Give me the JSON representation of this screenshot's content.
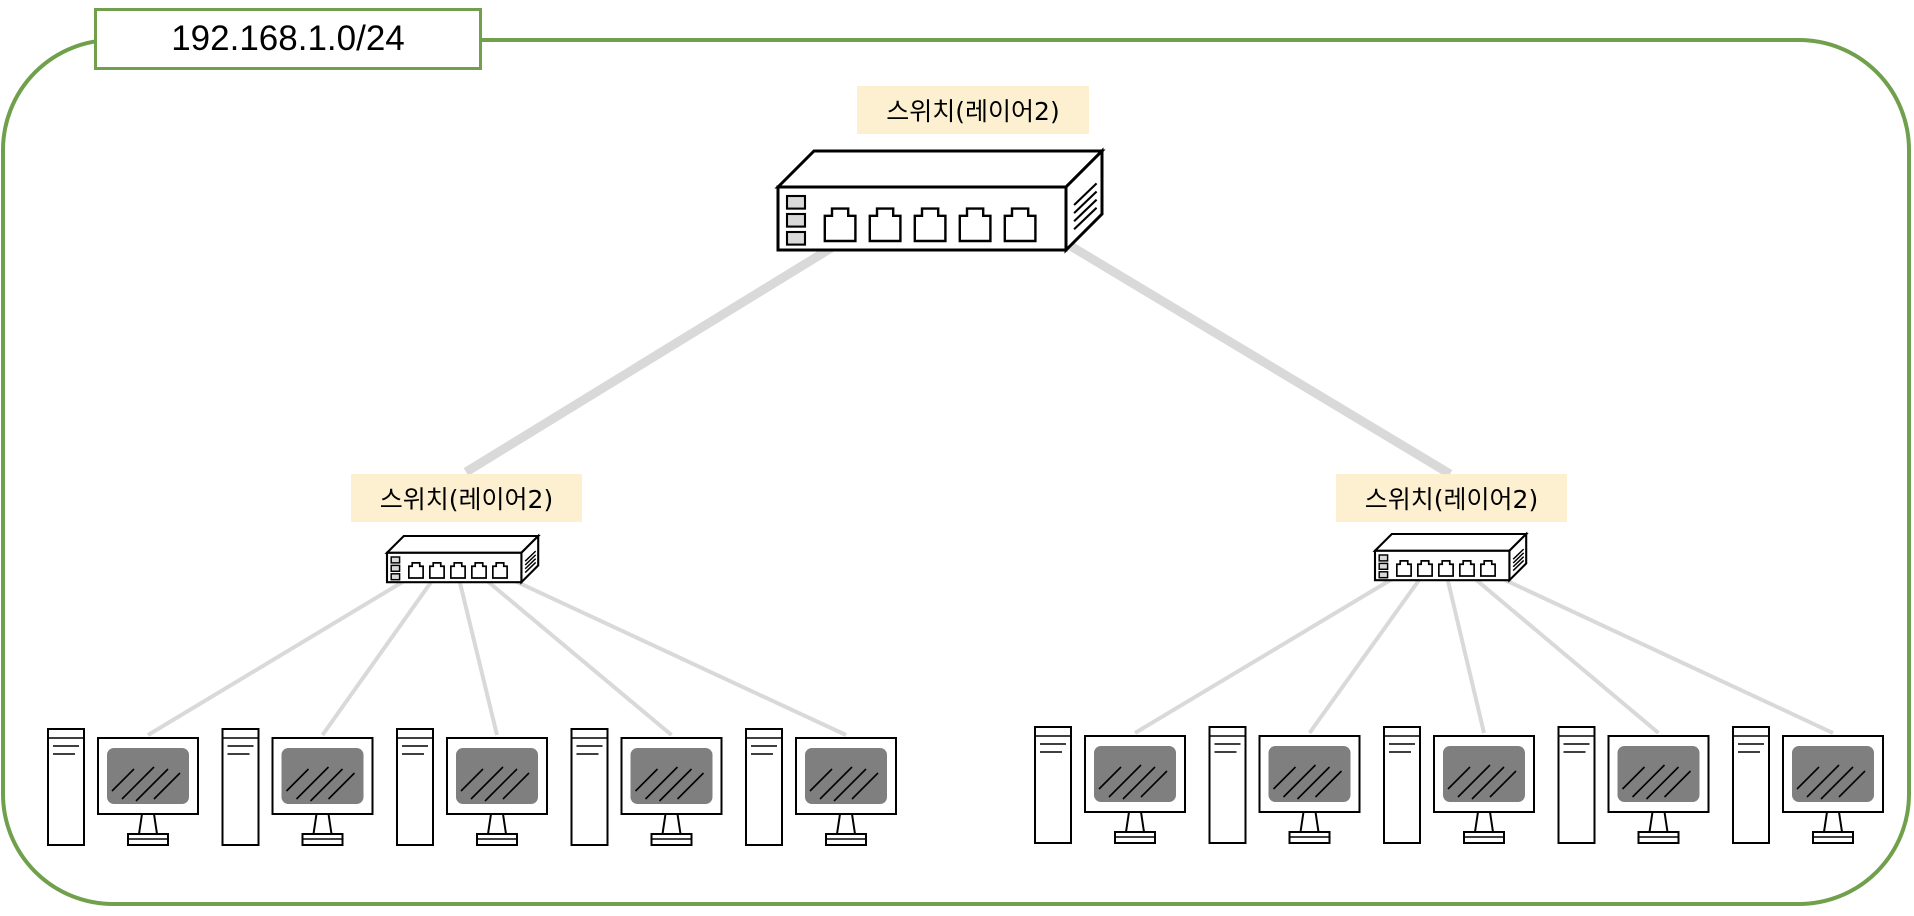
{
  "network": {
    "cidr": "192.168.1.0/24",
    "boundary_color": "#70a04c"
  },
  "switches": [
    {
      "id": "core",
      "label": "스위치(레이어2)",
      "ports": 5
    },
    {
      "id": "left",
      "label": "스위치(레이어2)",
      "ports": 5
    },
    {
      "id": "right",
      "label": "스위치(레이어2)",
      "ports": 5
    }
  ],
  "groups": [
    {
      "switch": "left",
      "pc_count": 5
    },
    {
      "switch": "right",
      "pc_count": 5
    }
  ],
  "colors": {
    "label_background": "#fcf0d0",
    "cable": "#d9d9d9",
    "screen": "#7f7f7f"
  },
  "icons": [
    "l2-switch-icon",
    "desktop-pc-icon",
    "network-cable"
  ]
}
